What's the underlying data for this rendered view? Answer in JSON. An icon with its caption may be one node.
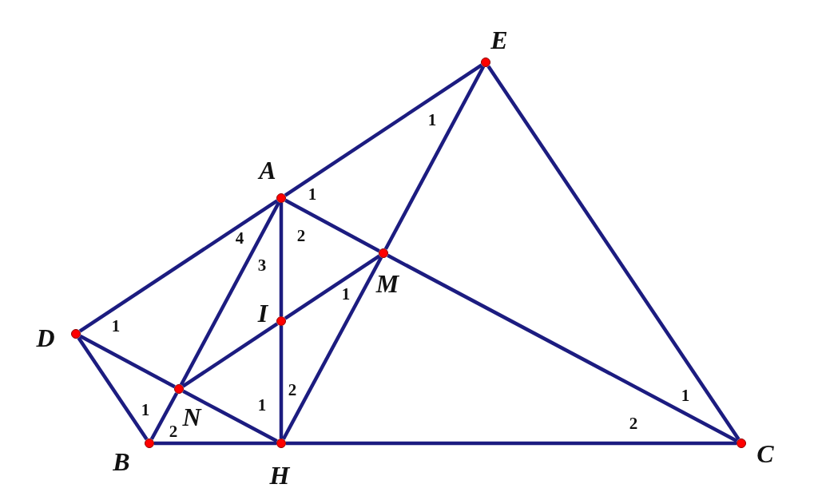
{
  "diagram": {
    "nodes": [
      {
        "text": [
          "E"
        ]
      },
      {
        "text": [
          "A"
        ]
      },
      {
        "text": [
          "M"
        ]
      },
      {
        "text": [
          "I"
        ]
      },
      {
        "text": [
          "D"
        ]
      },
      {
        "text": [
          "N"
        ]
      },
      {
        "text": [
          "B"
        ]
      },
      {
        "text": [
          "H"
        ]
      },
      {
        "text": [
          "C"
        ]
      }
    ],
    "edges": [
      {
        "from": 4,
        "to": 1,
        "arrow": "none"
      },
      {
        "from": 1,
        "to": 0,
        "arrow": "none"
      },
      {
        "from": 0,
        "to": 8,
        "arrow": "none"
      },
      {
        "from": 0,
        "to": 2,
        "arrow": "none"
      },
      {
        "from": 1,
        "to": 2,
        "arrow": "none"
      },
      {
        "from": 2,
        "to": 8,
        "arrow": "none"
      },
      {
        "from": 1,
        "to": 3,
        "arrow": "none"
      },
      {
        "from": 3,
        "to": 7,
        "arrow": "none"
      },
      {
        "from": 1,
        "to": 5,
        "arrow": "none"
      },
      {
        "from": 5,
        "to": 3,
        "arrow": "none"
      },
      {
        "from": 3,
        "to": 2,
        "arrow": "none"
      },
      {
        "from": 2,
        "to": 7,
        "arrow": "none"
      },
      {
        "from": 4,
        "to": 5,
        "arrow": "none"
      },
      {
        "from": 5,
        "to": 7,
        "arrow": "none"
      },
      {
        "from": 4,
        "to": 6,
        "arrow": "none"
      },
      {
        "from": 6,
        "to": 5,
        "arrow": "none"
      },
      {
        "from": 6,
        "to": 7,
        "arrow": "none"
      },
      {
        "from": 7,
        "to": 8,
        "arrow": "none"
      }
    ],
    "labels": [
      "1",
      "1",
      "2",
      "4",
      "3",
      "1",
      "1",
      "2",
      "1",
      "1",
      "1",
      "2",
      "2"
    ]
  }
}
